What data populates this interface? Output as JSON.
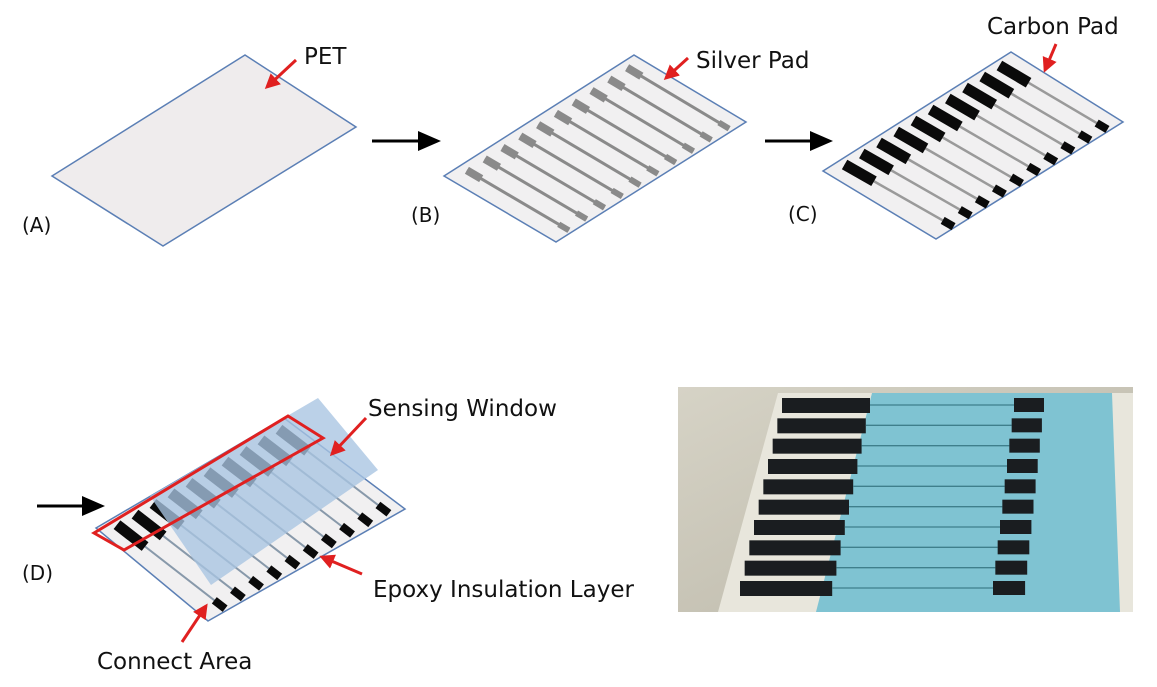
{
  "steps": {
    "a": {
      "label": "(A)"
    },
    "b": {
      "label": "(B)"
    },
    "c": {
      "label": "(C)"
    },
    "d": {
      "label": "(D)"
    }
  },
  "callouts": {
    "pet": "PET",
    "silver_pad": "Silver Pad",
    "carbon_pad": "Carbon Pad",
    "sensing_window": "Sensing Window",
    "epoxy_layer": "Epoxy Insulation Layer",
    "connect_area": "Connect Area"
  },
  "colors": {
    "substrate_fill": "#efeced",
    "substrate_outline": "#5b7fb5",
    "silver_trace": "#8a8a8a",
    "carbon_pad": "#0a0a0a",
    "epoxy_fill": "#a8c4e2",
    "callout_arrow": "#e02020",
    "process_arrow": "#000000",
    "photo_background": "#c9c6b8",
    "photo_film": "#e8e6dc",
    "photo_epoxy": "#7fc3d2"
  },
  "sensor": {
    "electrode_count": 10
  }
}
